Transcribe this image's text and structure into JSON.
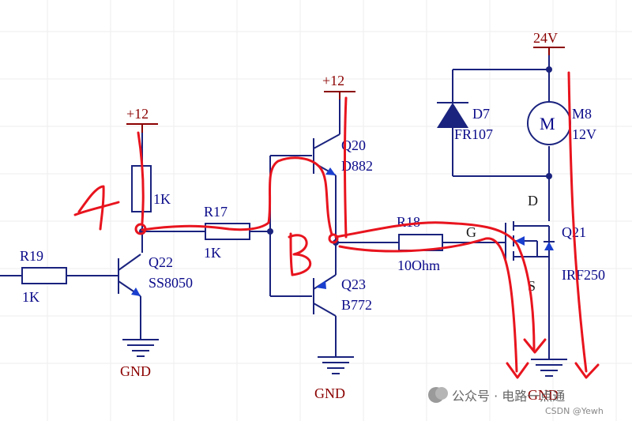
{
  "power": {
    "vcc_a": "+12",
    "vcc_b": "+12",
    "vcc_c": "24V",
    "gnd_a": "GND",
    "gnd_b": "GND",
    "gnd_c": "GND"
  },
  "components": {
    "r_pullup_value": "1K",
    "r17_ref": "R17",
    "r17_value": "1K",
    "r18_ref": "R18",
    "r18_value": "10Ohm",
    "r19_ref": "R19",
    "r19_value": "1K",
    "q22_ref": "Q22",
    "q22_part": "SS8050",
    "q20_ref": "Q20",
    "q20_part": "D882",
    "q23_ref": "Q23",
    "q23_part": "B772",
    "q21_ref": "Q21",
    "q21_part": "IRF250",
    "d7_ref": "D7",
    "d7_part": "FR107",
    "m8_ref": "M8",
    "m8_part": "12V",
    "motor_symbol": "M"
  },
  "pins": {
    "gate": "G",
    "drain": "D",
    "source": "S"
  },
  "annotations": {
    "point_a": "A",
    "point_b": "B"
  },
  "watermark": {
    "main": "公众号 · 电路一点通",
    "source": "CSDN @Yewh"
  },
  "colors": {
    "wire": "#1a237e",
    "power_label": "#8b0000",
    "handwriting": "#e8141e",
    "background": "#ffffff"
  }
}
